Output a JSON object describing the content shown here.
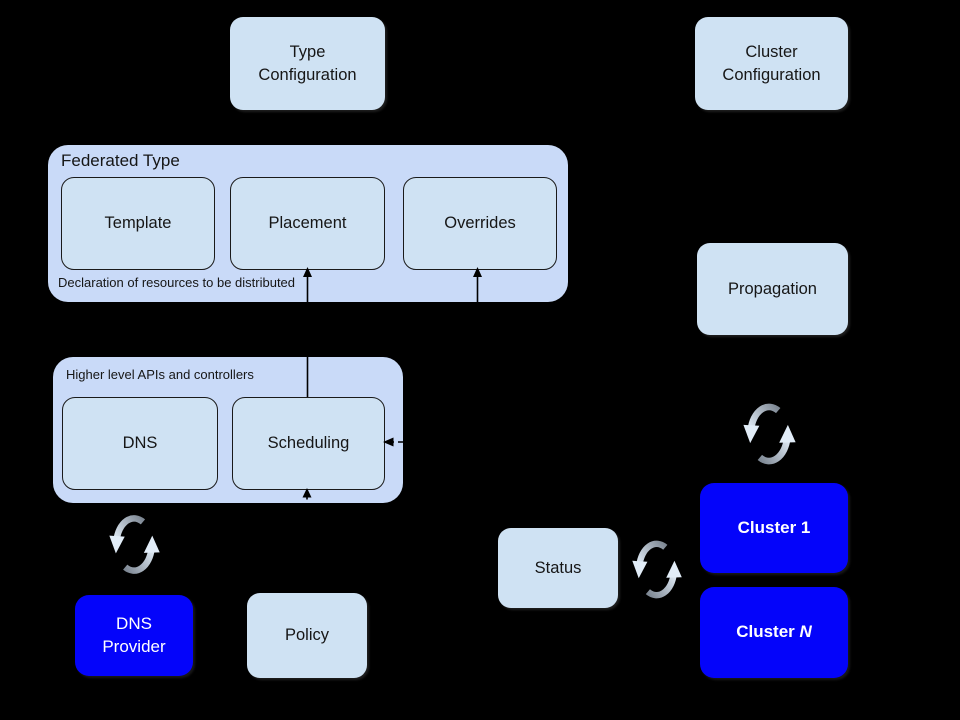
{
  "diagram": {
    "colors": {
      "background": "#000000",
      "container_fill": "#c9daf8",
      "light_box_fill": "#cfe2f3",
      "blue_box_fill": "#0404fa",
      "box_border": "#1a1a1a",
      "dark_text": "#161616",
      "light_text": "#ffffff",
      "connector": "#000000",
      "sync_arrow_dark": "#7e8894",
      "sync_arrow_light": "#e2edf8"
    },
    "nodes": {
      "type_configuration": {
        "label": "Type\nConfiguration"
      },
      "cluster_configuration": {
        "label": "Cluster\nConfiguration"
      },
      "propagation": {
        "label": "Propagation"
      },
      "status": {
        "label": "Status"
      },
      "policy": {
        "label": "Policy"
      },
      "dns_provider": {
        "label": "DNS\nProvider"
      },
      "cluster_1": {
        "label": "Cluster 1"
      },
      "cluster_n": {
        "label_prefix": "Cluster ",
        "label_suffix_italic": "N"
      },
      "federated_type": {
        "title": "Federated Type",
        "caption": "Declaration of resources to be distributed",
        "template": {
          "label": "Template"
        },
        "placement": {
          "label": "Placement"
        },
        "overrides": {
          "label": "Overrides"
        }
      },
      "higher_level_apis": {
        "title": "Higher level APIs and controllers",
        "dns": {
          "label": "DNS"
        },
        "scheduling": {
          "label": "Scheduling"
        }
      }
    },
    "icons": {
      "sync_dns_provider": "sync-icon",
      "sync_above_cluster_1": "sync-icon",
      "sync_status_clusters": "sync-icon"
    },
    "edges": [
      {
        "from": "scheduling",
        "to": "placement",
        "style": "solid-arrow"
      },
      {
        "from": "below-federated-type",
        "to": "overrides",
        "style": "solid-arrow"
      },
      {
        "into": "scheduling-right-side",
        "style": "dash-dot-arrow"
      },
      {
        "into": "scheduling-bottom",
        "style": "dashed-arrow"
      }
    ]
  }
}
